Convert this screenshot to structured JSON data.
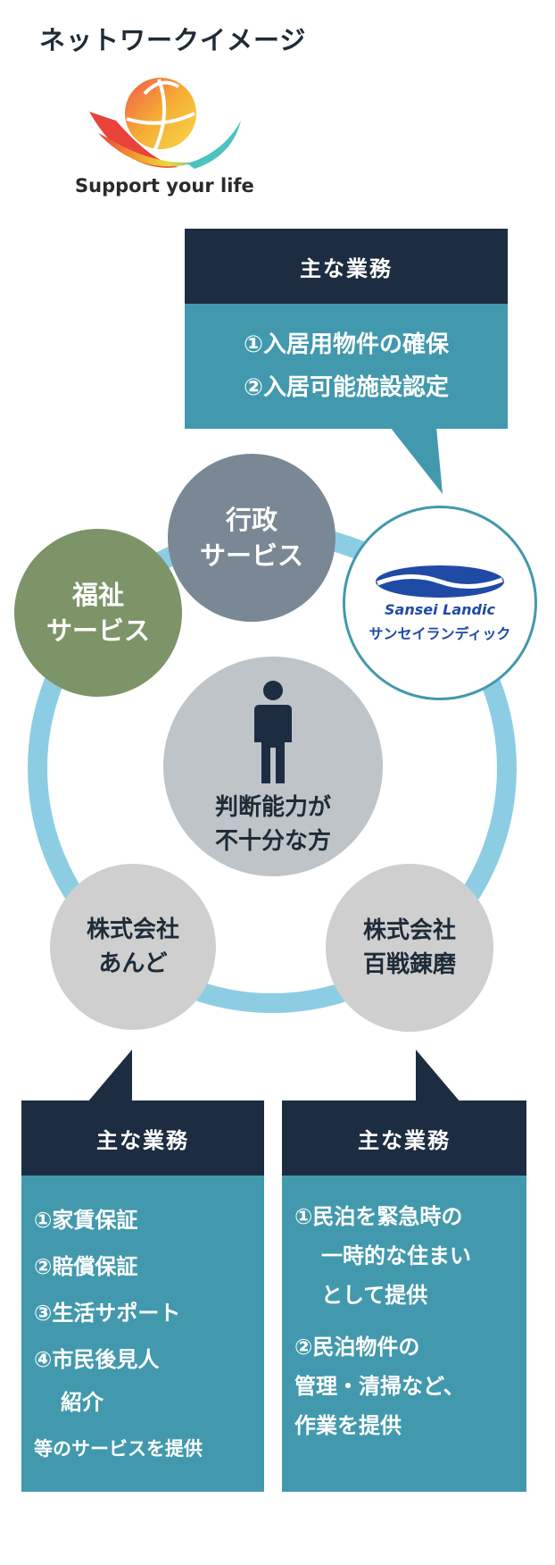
{
  "page_title": "ネットワークイメージ",
  "logo": {
    "text": "Support your life"
  },
  "top_box": {
    "heading": "主な業務",
    "items": [
      "①入居用物件の確保",
      "②入居可能施設認定"
    ]
  },
  "circles": {
    "gyosei": [
      "行政",
      "サービス"
    ],
    "fukushi": [
      "福祉",
      "サービス"
    ],
    "center": [
      "判断能力が",
      "不十分な方"
    ],
    "ando": [
      "株式会社",
      "あんど"
    ],
    "hyakusen": [
      "株式会社",
      "百戦錬磨"
    ],
    "sansei": {
      "name": "Sansei Landic",
      "kana": "サンセイランディック"
    }
  },
  "left_box": {
    "heading": "主な業務",
    "items": [
      "①家賃保証",
      "②賠償保証",
      "③生活サポート",
      "④市民後見人"
    ],
    "item4_cont": "紹介",
    "footer": "等のサービスを提供"
  },
  "right_box": {
    "heading": "主な業務",
    "item1": [
      "①民泊を緊急時の",
      "一時的な住まい",
      "として提供"
    ],
    "item2": [
      "②民泊物件の",
      "管理・清掃など、",
      "作業を提供"
    ]
  },
  "colors": {
    "navy": "#1c2d41",
    "teal": "#4299ad",
    "ring": "#8ccde4",
    "gyosei": "#7a8895",
    "fukushi": "#7d9468",
    "center": "#bfc4c8",
    "company": "#cfcfcf"
  }
}
